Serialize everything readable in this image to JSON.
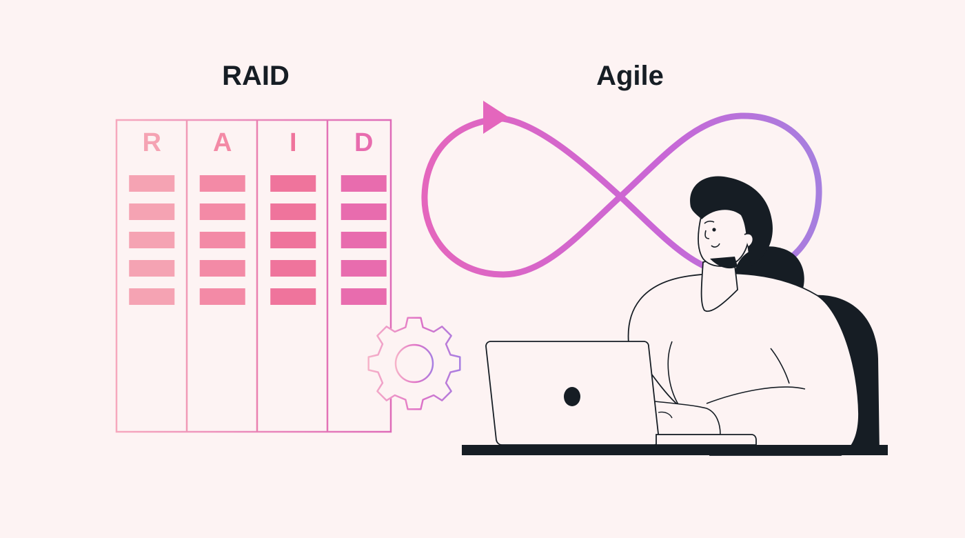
{
  "titles": {
    "left": "RAID",
    "right": "Agile"
  },
  "raid_table": {
    "columns": [
      {
        "letter": "R",
        "color": "#f5a3b3"
      },
      {
        "letter": "A",
        "color": "#f38aa6"
      },
      {
        "letter": "I",
        "color": "#ef749c"
      },
      {
        "letter": "D",
        "color": "#e86cae"
      }
    ],
    "rows_per_column": 5
  },
  "colors": {
    "background": "#fdf3f3",
    "ink": "#161d24",
    "pink": "#e56bbd",
    "purple": "#a97ee0"
  },
  "icons": [
    "raid-table",
    "gear-icon",
    "infinity-loop-icon",
    "arrow-head-icon",
    "person-illustration",
    "laptop-icon",
    "chair-icon",
    "desk"
  ]
}
